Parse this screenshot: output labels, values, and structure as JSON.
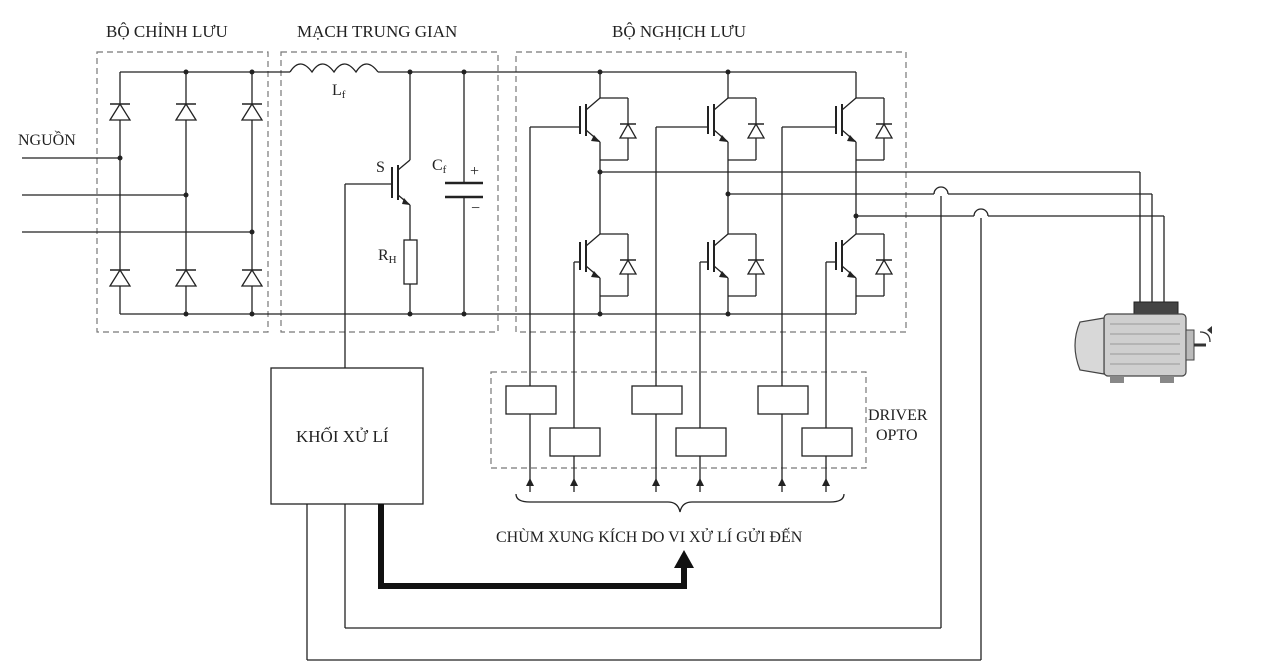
{
  "labels": {
    "rectifier": "BỘ CHỈNH LƯU",
    "dc_link": "MẠCH TRUNG GIAN",
    "inverter": "BỘ NGHỊCH LƯU",
    "source": "NGUỒN",
    "inductor_main": "L",
    "inductor_sub": "f",
    "capacitor_main": "C",
    "capacitor_sub": "f",
    "switch": "S",
    "resistor_main": "R",
    "resistor_sub": "H",
    "cap_plus": "+",
    "cap_minus": "−",
    "processor": "KHỐI XỬ LÍ",
    "driver_line1": "DRIVER",
    "driver_line2": "OPTO",
    "pulses": "CHÙM XUNG KÍCH DO VI XỬ LÍ GỬI ĐẾN"
  },
  "colors": {
    "line": "#222222",
    "dashed_box": "#777777",
    "motor_body": "#c8c8c8",
    "motor_terminal": "#555555"
  }
}
